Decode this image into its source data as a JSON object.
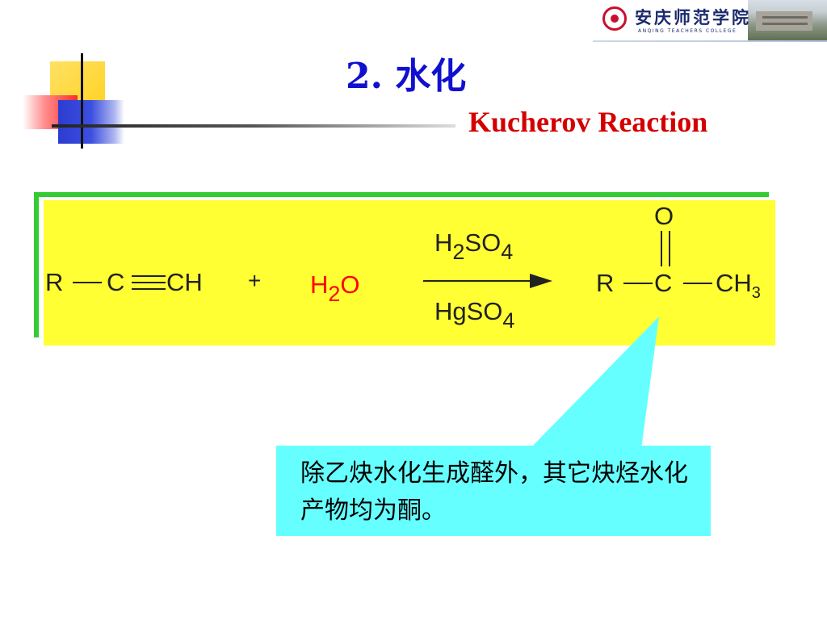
{
  "header": {
    "college_name": "安庆师范学院",
    "college_name_en": "ANQING TEACHERS COLLEGE"
  },
  "slide": {
    "title": "2. 水化",
    "subtitle": "Kucherov Reaction"
  },
  "reaction": {
    "reactant_r": "R",
    "reactant_c": "C",
    "reactant_ch": "CH",
    "plus": "+",
    "water_h": "H",
    "water_sub": "2",
    "water_o": "O",
    "catalyst_top_h": "H",
    "catalyst_top_sub": "2",
    "catalyst_top_so": "SO",
    "catalyst_top_sub2": "4",
    "catalyst_bottom_hgso": "HgSO",
    "catalyst_bottom_sub": "4",
    "product_o": "O",
    "product_r": "R",
    "product_c": "C",
    "product_ch": "CH",
    "product_sub": "3"
  },
  "callout": {
    "text": "除乙炔水化生成醛外，其它炔烃水化产物均为酮。"
  },
  "colors": {
    "title": "#1010d0",
    "subtitle": "#d40000",
    "panel_border": "#33cc33",
    "panel_fill": "#ffff33",
    "callout_fill": "#66ffff",
    "water": "#ff0000"
  }
}
